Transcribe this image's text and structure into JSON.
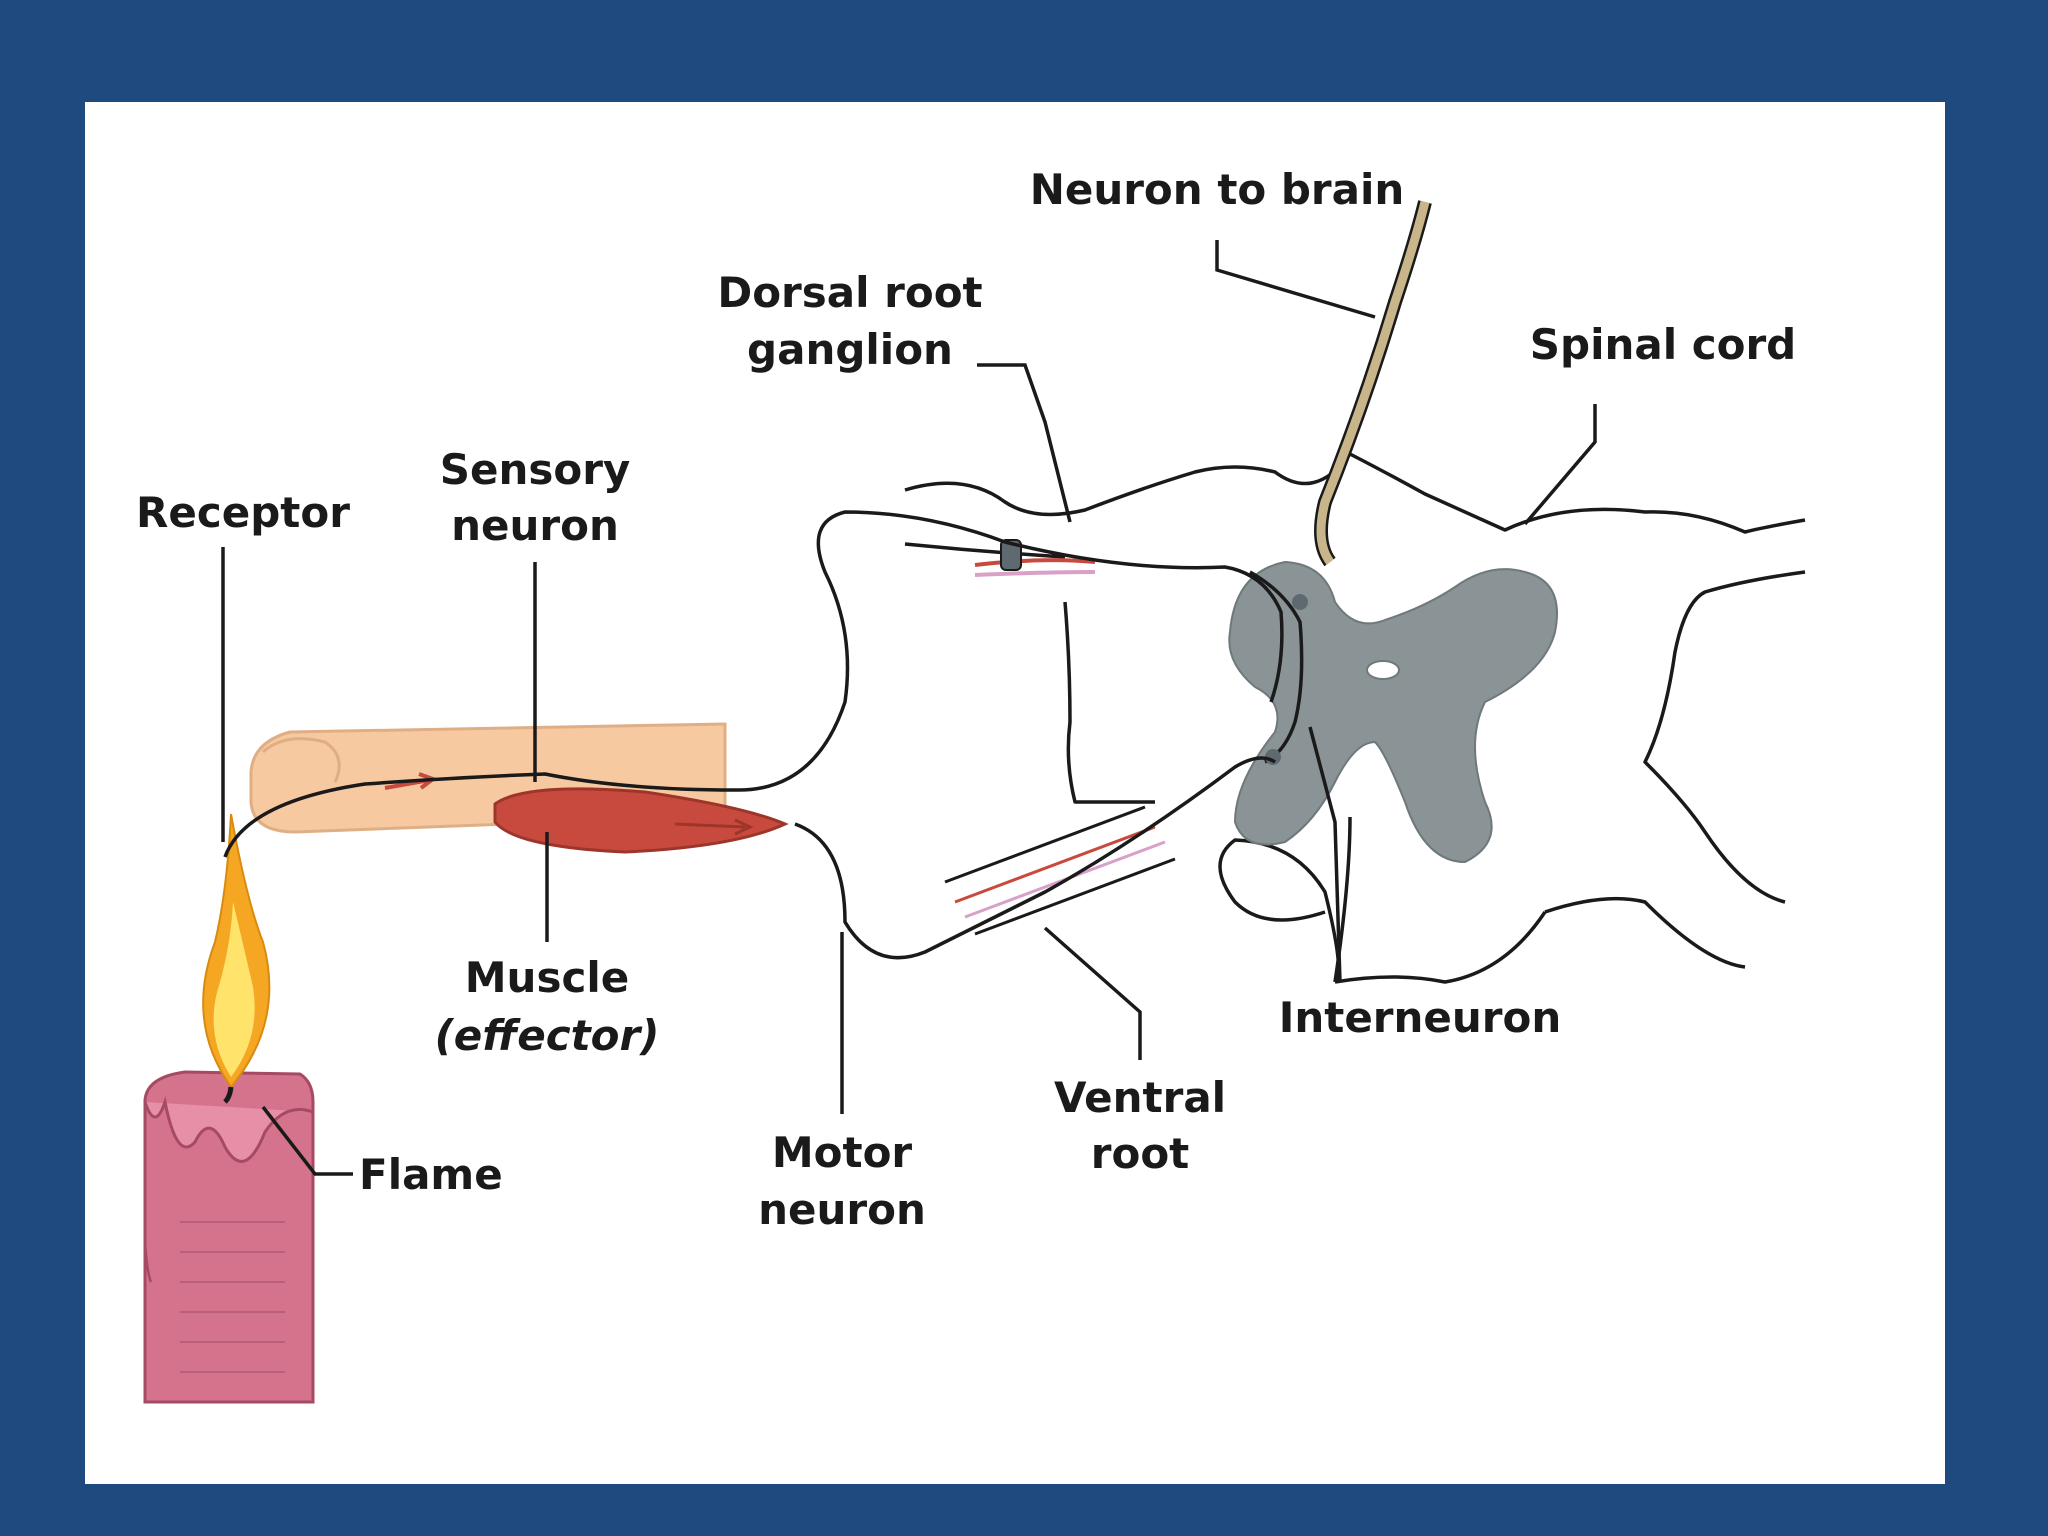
{
  "labels": {
    "neuron_to_brain": "Neuron to brain",
    "dorsal_root_1": "Dorsal root",
    "dorsal_root_2": "ganglion",
    "spinal_cord": "Spinal cord",
    "sensory_1": "Sensory",
    "sensory_2": "neuron",
    "receptor": "Receptor",
    "muscle_1": "Muscle",
    "muscle_2": "(effector)",
    "flame": "Flame",
    "motor_1": "Motor",
    "motor_2": "neuron",
    "ventral_1": "Ventral",
    "ventral_2": "root",
    "interneuron": "Interneuron"
  },
  "colors": {
    "frame_border": "#1f4a80",
    "background": "#ffffff",
    "skin": "#f6c9a0",
    "muscle": "#c84a3e",
    "gray_matter": "#8a9396",
    "candle": "#d5738c",
    "flame_outer": "#f5a623",
    "flame_inner": "#ffe36b",
    "nerve_to_brain": "#c9b58a"
  }
}
